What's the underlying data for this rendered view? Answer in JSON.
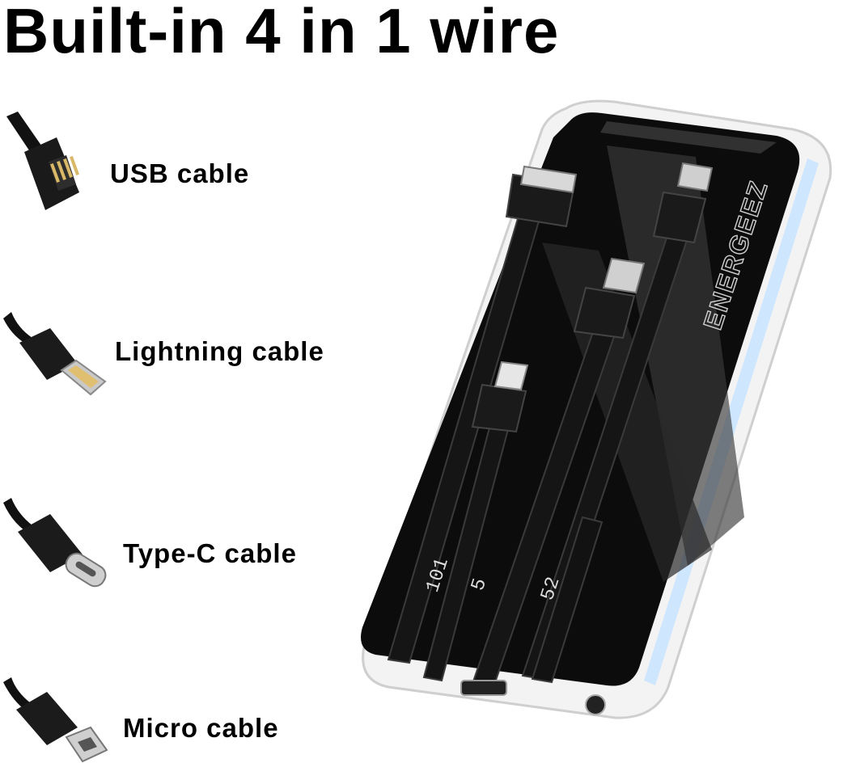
{
  "headline": "Built-in 4 in 1 wire",
  "cables": [
    {
      "label": "USB cable",
      "icon": "usb-plug-icon"
    },
    {
      "label": "Lightning cable",
      "icon": "lightning-plug-icon"
    },
    {
      "label": "Type-C cable",
      "icon": "type-c-plug-icon"
    },
    {
      "label": "Micro cable",
      "icon": "micro-usb-plug-icon"
    }
  ],
  "product": {
    "brand": "ENERGEEZ",
    "display_left": "101",
    "display_mid": "5",
    "display_right": "52",
    "colors": {
      "body": "#0a0a0a",
      "frame": "#f2f2f2",
      "led_strip": "#cfe6ff"
    }
  }
}
